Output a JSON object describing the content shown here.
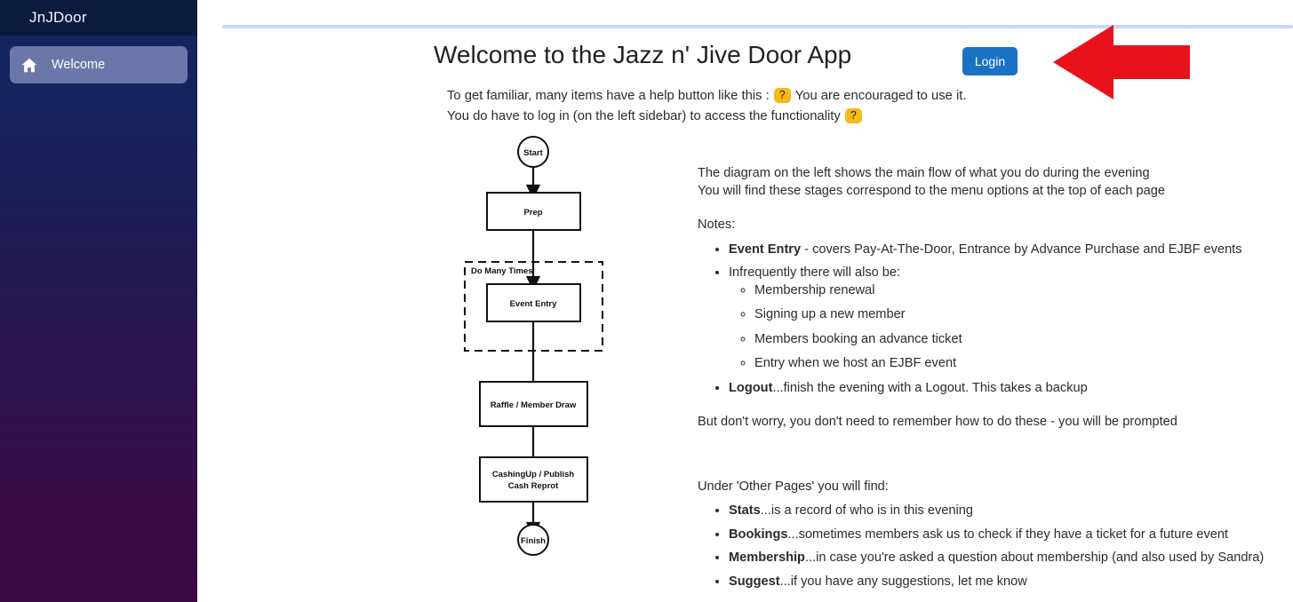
{
  "sidebar": {
    "brand": "JnJDoor",
    "items": [
      {
        "label": "Welcome",
        "icon": "home-icon",
        "active": true
      }
    ]
  },
  "header": {
    "title": "Welcome to the Jazz n' Jive Door App",
    "login_label": "Login",
    "accent_blue": "#1a72c4",
    "rule_color": "#c5d8f5"
  },
  "intro": {
    "line1_before": "To get familiar, many items have a help button like this :",
    "help_badge": "?",
    "line1_after": "You are encouraged to use it.",
    "line2_before": "You do have to log in (on the left sidebar) to access the functionality",
    "badge_color": "#f5ba17"
  },
  "diagram": {
    "title": "main-evening-flow",
    "nodes": [
      {
        "id": "start",
        "label": "Start",
        "shape": "circle"
      },
      {
        "id": "prep",
        "label": "Prep",
        "shape": "rect"
      },
      {
        "id": "event_entry",
        "label": "Event Entry",
        "shape": "rect"
      },
      {
        "id": "raffle",
        "label": "Raffle / Member Draw",
        "shape": "rect"
      },
      {
        "id": "cashing",
        "label_line1": "CashingUp / Publish",
        "label_line2": "Cash Reprot",
        "shape": "rect"
      },
      {
        "id": "finish",
        "label": "Finish",
        "shape": "circle"
      }
    ],
    "loop_label": "Do Many Times"
  },
  "info": {
    "intro1": "The diagram on the left shows the main flow of what you do during the evening",
    "intro2": "You will find these stages correspond to the menu options at the top of each page",
    "notes_heading": "Notes:",
    "notes": [
      {
        "bold": "Event Entry",
        "rest": " - covers Pay-At-The-Door, Entrance by Advance Purchase and EJBF events"
      },
      {
        "bold": "",
        "rest": "Infrequently there will also be:",
        "sub": [
          "Membership renewal",
          "Signing up a new member",
          "Members booking an advance ticket",
          "Entry when we host an EJBF event"
        ]
      },
      {
        "bold": "Logout",
        "rest": "...finish the evening with a Logout. This takes a backup"
      }
    ],
    "reassurance": "But don't worry, you don't need to remember how to do these - you will be prompted",
    "other_heading": "Under 'Other Pages' you will find:",
    "other_items": [
      {
        "bold": "Stats",
        "rest": "...is a record of who is in this evening"
      },
      {
        "bold": "Bookings",
        "rest": "...sometimes members ask us to check if they have a ticket for a future event"
      },
      {
        "bold": "Membership",
        "rest": "...in case you're asked a question about membership (and also used by Sandra)"
      },
      {
        "bold": "Suggest",
        "rest": "...if you have any suggestions, let me know"
      }
    ]
  },
  "annotation": {
    "arrow": "left-pointing-red-arrow",
    "color": "#e8121c"
  }
}
